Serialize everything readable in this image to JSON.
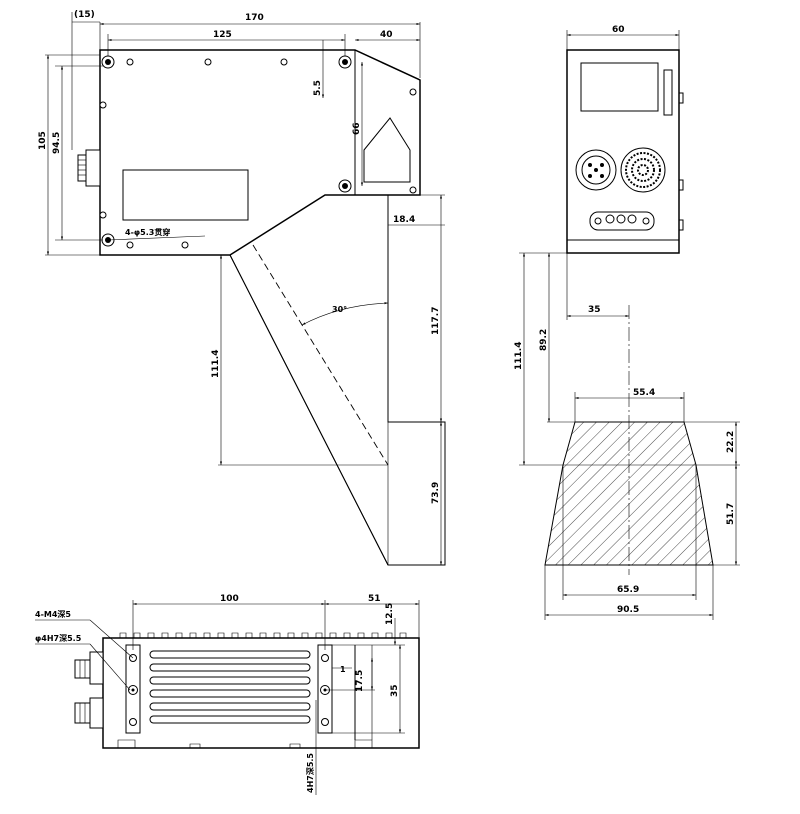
{
  "top_view": {
    "dims": {
      "d15": "(15)",
      "d170": "170",
      "d125": "125",
      "d40": "40",
      "d105": "105",
      "d94_5": "94.5",
      "d5_5": "5.5",
      "d66": "66",
      "d18_4": "18.4",
      "d117_7": "117.7",
      "d111_4": "111.4",
      "d73_9": "73.9",
      "angle": "30°"
    },
    "note_holes": "4-φ5.3贯穿"
  },
  "front_view": {
    "dims": {
      "d60": "60",
      "d35": "35",
      "d111_4": "111.4",
      "d89_2": "89.2",
      "d55_4": "55.4",
      "d22_2": "22.2",
      "d51_7": "51.7",
      "d65_9": "65.9",
      "d90_5": "90.5"
    }
  },
  "bottom_view": {
    "dims": {
      "d100": "100",
      "d51": "51",
      "d12_5": "12.5",
      "d1": "1",
      "d17_5": "17.5",
      "d35": "35"
    },
    "note_m4": "4-M4深5",
    "note_phi4": "φ4H7深5.5",
    "note_4h7": "4H7深5.5"
  }
}
